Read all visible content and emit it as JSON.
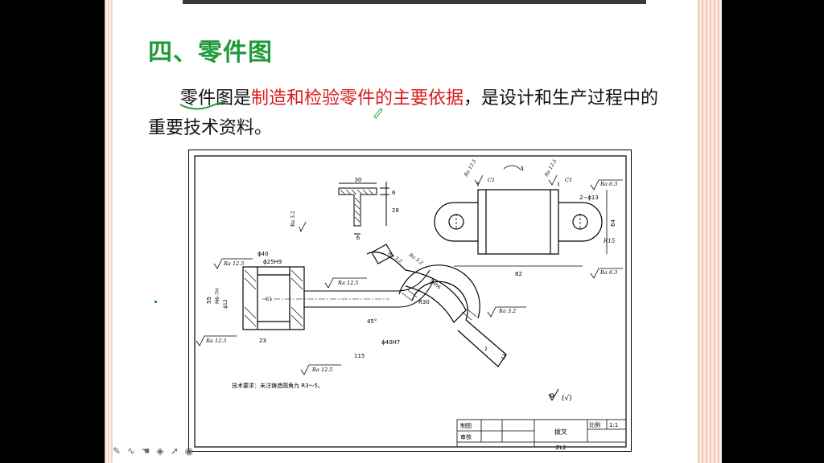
{
  "slide": {
    "heading": "四、零件图",
    "para_term": "零件图",
    "para_is": "是",
    "para_red": "制造和检验零件的主要依据",
    "para_rest": "，是设计和生产过程中的重要技术资料。"
  },
  "drawing": {
    "dims": {
      "d30": "30",
      "d6a": "6",
      "d28": "28",
      "d6b": "6",
      "ra32_top": "Ra 3.2",
      "phi40": "ϕ40",
      "phi25": "ϕ25H9",
      "ra125_a": "Ra 12.5",
      "m6": "M6-7H",
      "phi12": "ϕ12",
      "d55": "55",
      "c1_left": "C1",
      "ra125_b": "Ra 12.5",
      "d23": "23",
      "d115": "115",
      "ra125_c": "Ra 12.5",
      "ra125_mid": "Ra 12.5",
      "ra32_mid1": "Ra 3.2",
      "ra32_mid2": "Ra 3.2",
      "r30": "R30",
      "deg45": "45°",
      "phi40h7": "ϕ40H7",
      "d50": "50h6",
      "ra32_right": "Ra 3.2",
      "d2": "2",
      "d13": "13",
      "ra125_top1": "Ra 12.5",
      "ra125_top2": "Ra 12.5",
      "a": "A",
      "c1_a": "C1",
      "c1_b": "C1",
      "ra63_a": "Ra 6.3",
      "phi13": "2−ϕ13",
      "d64": "64",
      "r15": "R15",
      "d82": "82",
      "ra63_b": "Ra 6.3"
    },
    "tech_req": "技术要求：未注铸造圆角为 R3〜5。",
    "roughness_rest": "(√)",
    "title_block": {
      "drawn": "制图",
      "checked": "审核",
      "name": "拨叉",
      "scale_label": "比例",
      "scale_value": "1:1",
      "code": "ZL2"
    }
  },
  "toolbar": {
    "icons": [
      "pen-icon",
      "wave-icon",
      "hand-icon",
      "eraser-icon",
      "pointer-icon",
      "record-icon"
    ]
  }
}
